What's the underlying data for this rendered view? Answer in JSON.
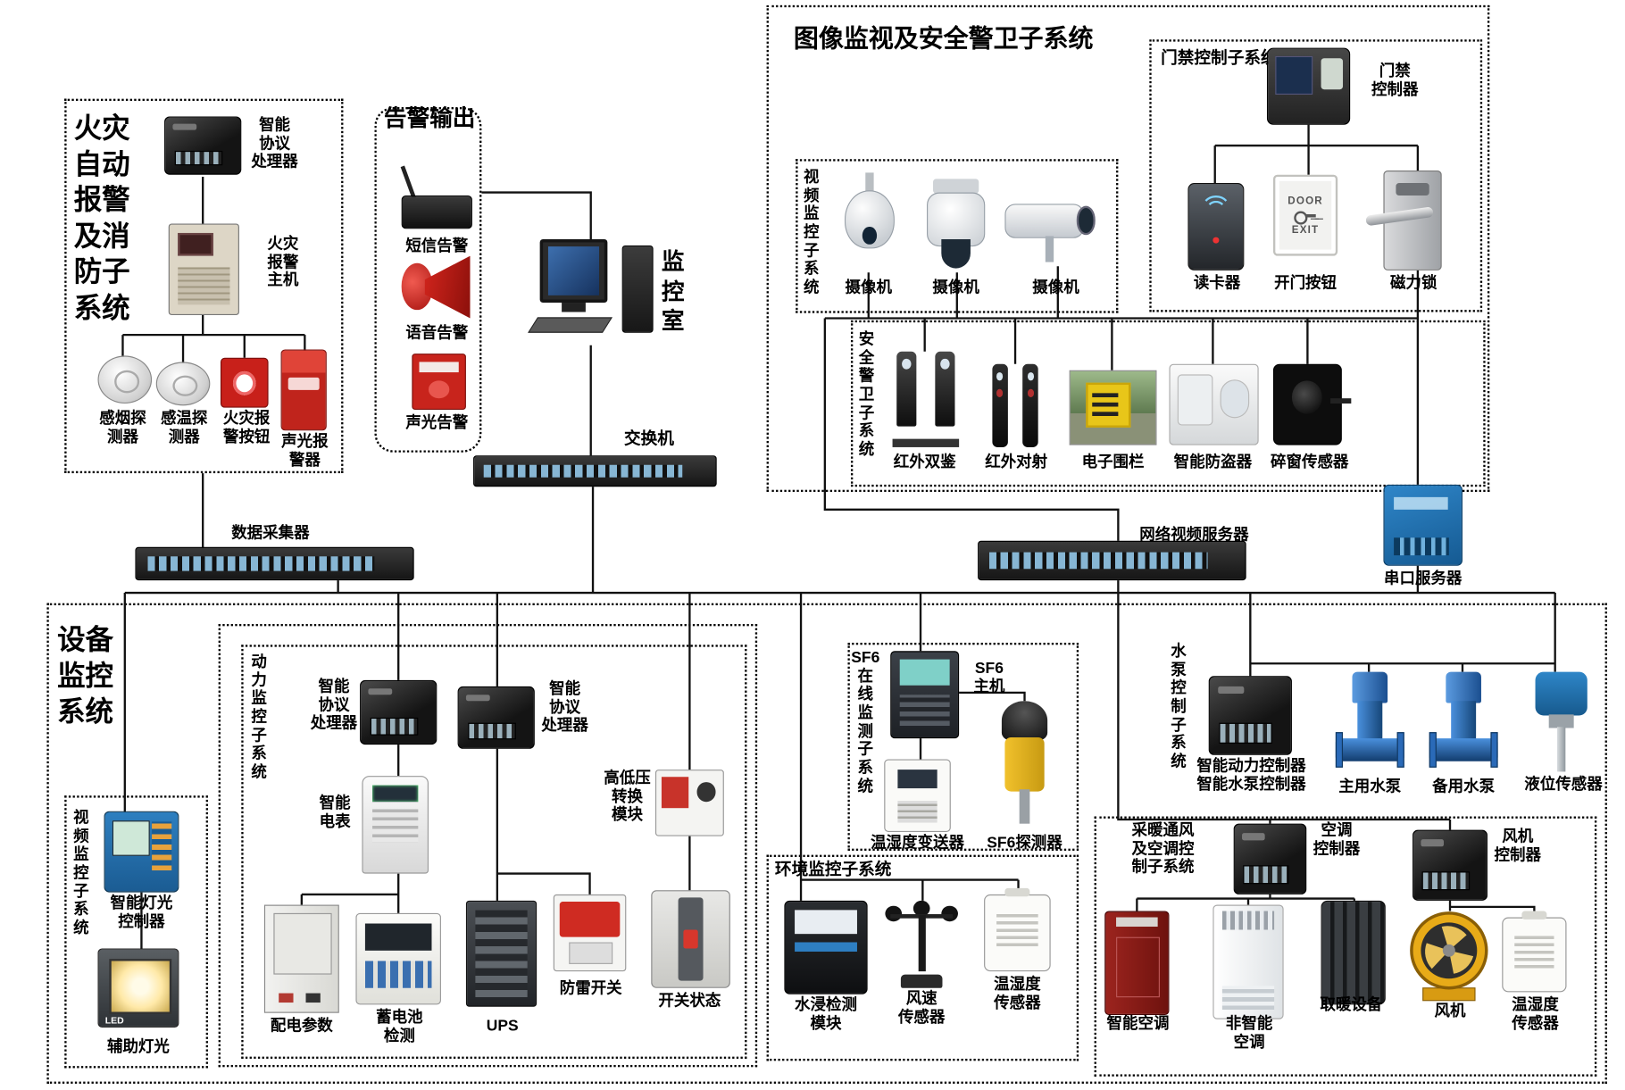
{
  "colors": {
    "line": "#111111",
    "alarm_red": "#c0241c",
    "device_black": "#1c1c1c",
    "pump_blue": "#1e62b8",
    "fan_yellow": "#e2a517",
    "serial_blue": "#2372b5"
  },
  "fire": {
    "title": "火灾\n自动\n报警\n及消\n防子\n系统",
    "processor": "智能\n协议\n处理器",
    "host": "火灾\n报警\n主机",
    "smoke": "感烟探\n测器",
    "temp": "感温探\n测器",
    "button": "火灾报\n警按钮",
    "sounder": "声光报\n警器"
  },
  "alarm_out": {
    "title": "告警输出",
    "sms": "短信告警",
    "voice": "语音告警",
    "light": "声光告警"
  },
  "monitor_room": "监\n控\n室",
  "net_switch": "交换机",
  "surveillance": {
    "title": "图像监视及安全警卫子系统",
    "video": {
      "title": "视\n频\n监\n控\n子\n系\n统",
      "cam1": "摄像机",
      "cam2": "摄像机",
      "cam3": "摄像机"
    },
    "access": {
      "title": "门禁控制子系统",
      "controller": "门禁\n控制器",
      "reader": "读卡器",
      "door_button": "开门按钮",
      "door_button_line1": "DOOR",
      "door_button_line2": "EXIT",
      "lock": "磁力锁"
    },
    "security": {
      "title": "安\n全\n警\n卫\n子\n系\n统",
      "ir_dual": "红外双鉴",
      "ir_beam": "红外对射",
      "fence": "电子围栏",
      "burglar": "智能防盗器",
      "glass": "碎窗传感器"
    }
  },
  "collector": "数据采集器",
  "nvr": "网络视频服务器",
  "serial": "串口服务器",
  "equipment": {
    "title": "设备\n监控\n系统",
    "video2": {
      "title": "视\n频\n监\n控\n子\n系\n统",
      "light_ctrl": "智能灯光\n控制器",
      "aux_light": "辅助灯光",
      "led_text": "LED"
    },
    "power": {
      "title": "动\n力\n监\n控\n子\n系\n统",
      "proc1": "智能\n协议\n处理器",
      "proc2": "智能\n协议\n处理器",
      "meter": "智能\n电表",
      "hv": "高低压\n转换\n模块",
      "dist": "配电参数",
      "battery": "蓄电池\n检测",
      "ups": "UPS",
      "surge": "防雷开关",
      "breaker": "开关状态"
    },
    "sf6": {
      "title": "SF6\n在\n线\n监\n测\n子\n系\n统",
      "host": "SF6\n主机",
      "transmitter": "温湿度变送器",
      "detector": "SF6探测器"
    },
    "env": {
      "title": "环境监控子系统",
      "water": "水浸检测\n模块",
      "wind": "风速\n传感器",
      "th": "温湿度\n传感器"
    },
    "pump": {
      "title": "水\n泵\n控\n制\n子\n系\n统",
      "controller": "智能动力控制器\n智能水泵控制器",
      "main": "主用水泵",
      "backup": "备用水泵",
      "level": "液位传感器"
    },
    "hvac": {
      "title": "采暖通风\n及空调控\n制子系统",
      "ac_ctrl": "空调\n控制器",
      "fan_ctrl": "风机\n控制器",
      "smart_ac": "智能空调",
      "plain_ac": "非智能\n空调",
      "heater": "取暖设备",
      "fan": "风机",
      "th": "温湿度\n传感器"
    }
  }
}
